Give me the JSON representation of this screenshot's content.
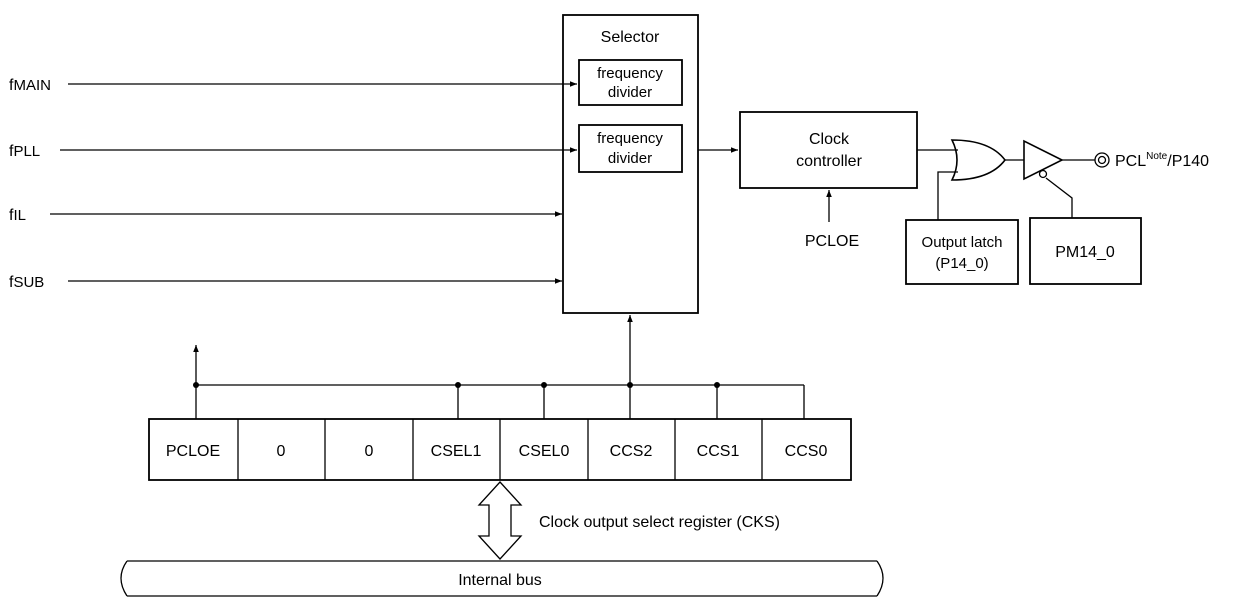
{
  "inputs": [
    {
      "main": "f",
      "sub": "MAIN"
    },
    {
      "main": "f",
      "sub": "PLL"
    },
    {
      "main": "f",
      "sub": "IL"
    },
    {
      "main": "f",
      "sub": "SUB"
    }
  ],
  "selector": {
    "title": "Selector",
    "divider1": [
      "frequency",
      "divider"
    ],
    "divider2": [
      "frequency",
      "divider"
    ]
  },
  "clock_controller": [
    "Clock",
    "controller"
  ],
  "pcloe_label": "PCLOE",
  "output_latch": [
    "Output latch",
    "(P14_0)"
  ],
  "pm_box": "PM14_0",
  "output_pin": {
    "main": "PCL",
    "sup": "Note",
    "rest": "/P140"
  },
  "register": {
    "bits": [
      "PCLOE",
      "0",
      "0",
      "CSEL1",
      "CSEL0",
      "CCS2",
      "CCS1",
      "CCS0"
    ],
    "caption": "Clock output select register (CKS)"
  },
  "internal_bus": "Internal bus"
}
